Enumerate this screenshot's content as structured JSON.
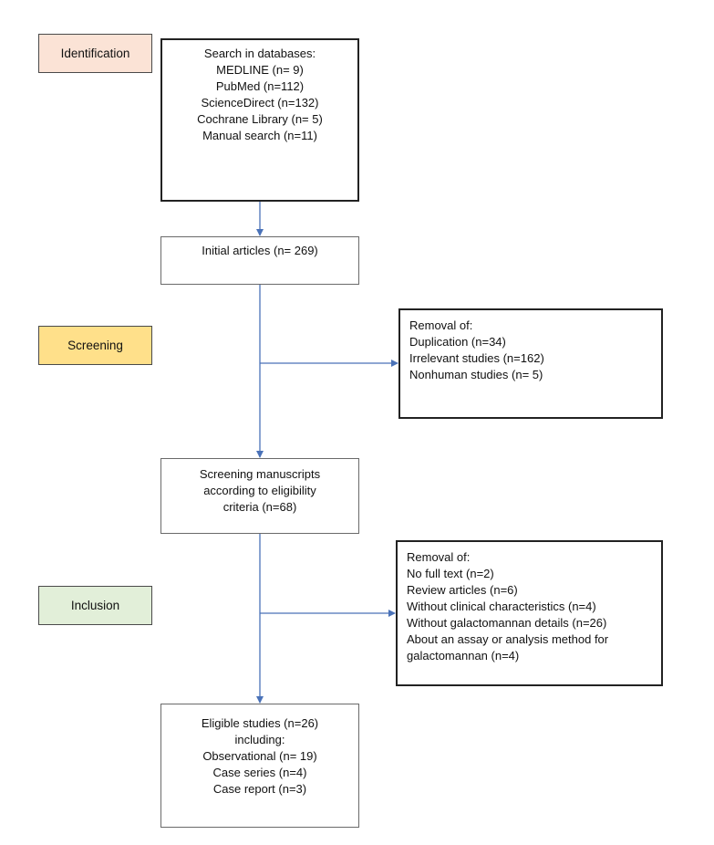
{
  "stages": {
    "identification": {
      "label": "Identification",
      "color": "#fbe3d6"
    },
    "screening": {
      "label": "Screening",
      "color": "#ffe08a"
    },
    "inclusion": {
      "label": "Inclusion",
      "color": "#e2efd9"
    }
  },
  "colors": {
    "arrow": "#4a72b8"
  },
  "boxes": {
    "search": {
      "lines": [
        "Search in databases:",
        "MEDLINE (n= 9)",
        "PubMed (n=112)",
        "ScienceDirect (n=132)",
        "Cochrane Library (n= 5)",
        "Manual search (n=11)"
      ]
    },
    "initial": {
      "lines": [
        "Initial articles (n= 269)"
      ]
    },
    "removal_1": {
      "lines": [
        "Removal of:",
        "Duplication (n=34)",
        "Irrelevant studies (n=162)",
        "Nonhuman studies (n= 5)"
      ]
    },
    "screening_manuscripts": {
      "lines": [
        "Screening manuscripts",
        "according to eligibility",
        "criteria (n=68)"
      ]
    },
    "removal_2": {
      "lines": [
        "Removal of:",
        "No full text (n=2)",
        "Review articles (n=6)",
        "Without clinical characteristics (n=4)",
        "Without galactomannan details (n=26)",
        "About an assay or analysis method for",
        "galactomannan (n=4)"
      ]
    },
    "eligible": {
      "lines": [
        "Eligible studies (n=26)",
        "including:",
        "Observational (n= 19)",
        "Case series (n=4)",
        "Case report (n=3)"
      ]
    }
  }
}
